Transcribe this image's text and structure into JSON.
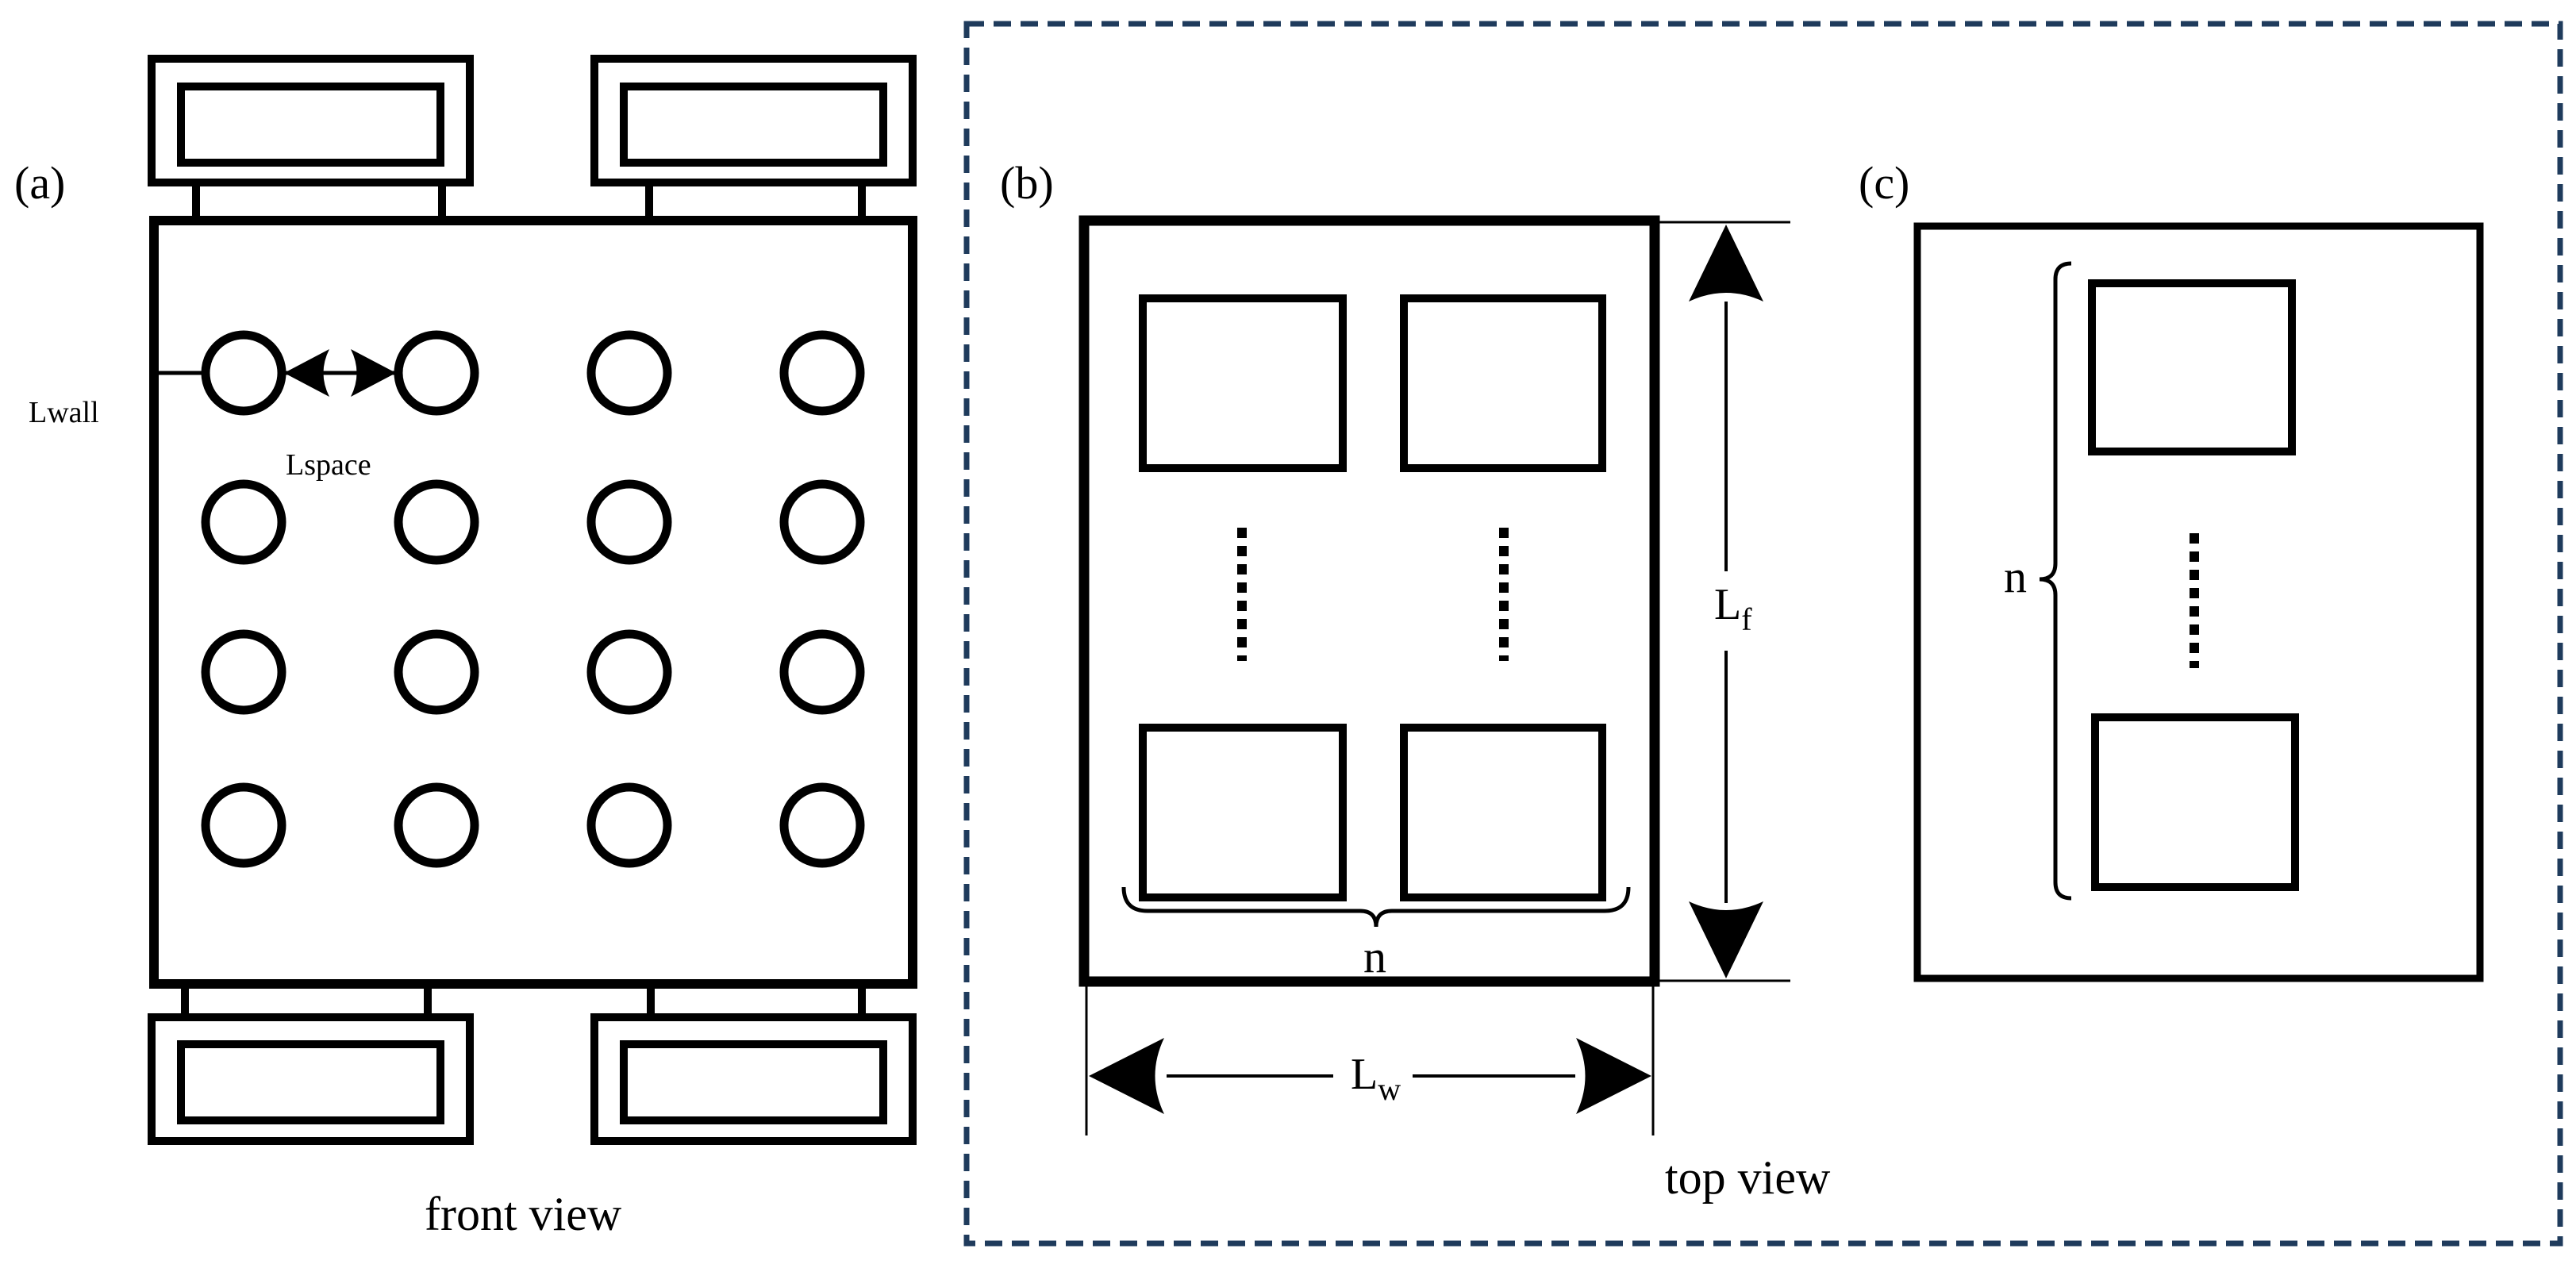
{
  "panels": {
    "a": {
      "tag": "(a)",
      "wall_label": "Lwall",
      "space_label": "Lspace",
      "caption": "front view"
    },
    "b": {
      "tag": "(b)",
      "width_label_main": "L",
      "width_label_sub": "w",
      "length_label_main": "L",
      "length_label_sub": "f",
      "count_label": "n"
    },
    "c": {
      "tag": "(c)",
      "count_label": "n"
    },
    "top_caption": "top view"
  },
  "colors": {
    "stroke": "#000000",
    "frame": "#1f3b5c",
    "background": "#ffffff"
  }
}
